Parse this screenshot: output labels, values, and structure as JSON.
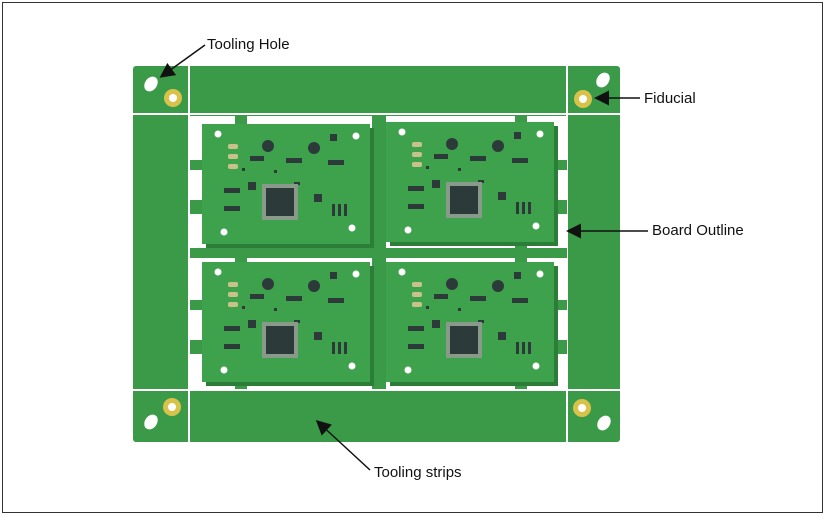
{
  "title": "",
  "colors": {
    "panel": "#3a9a48",
    "panel_dark": "#2a7a36",
    "board": "#3ea24c",
    "board_shadow": "#2c7d38",
    "chip": "#2c3a3a",
    "pad": "#c8c28a",
    "ring": "#d8c24a",
    "separator": "#ffffff",
    "text": "#111111"
  },
  "labels": {
    "tooling_hole": "Tooling Hole",
    "fiducial": "Fiducial",
    "board_outline": "Board Outline",
    "tooling_strips": "Tooling strips"
  },
  "boards": [
    "pcb",
    "pcb",
    "pcb",
    "pcb"
  ]
}
